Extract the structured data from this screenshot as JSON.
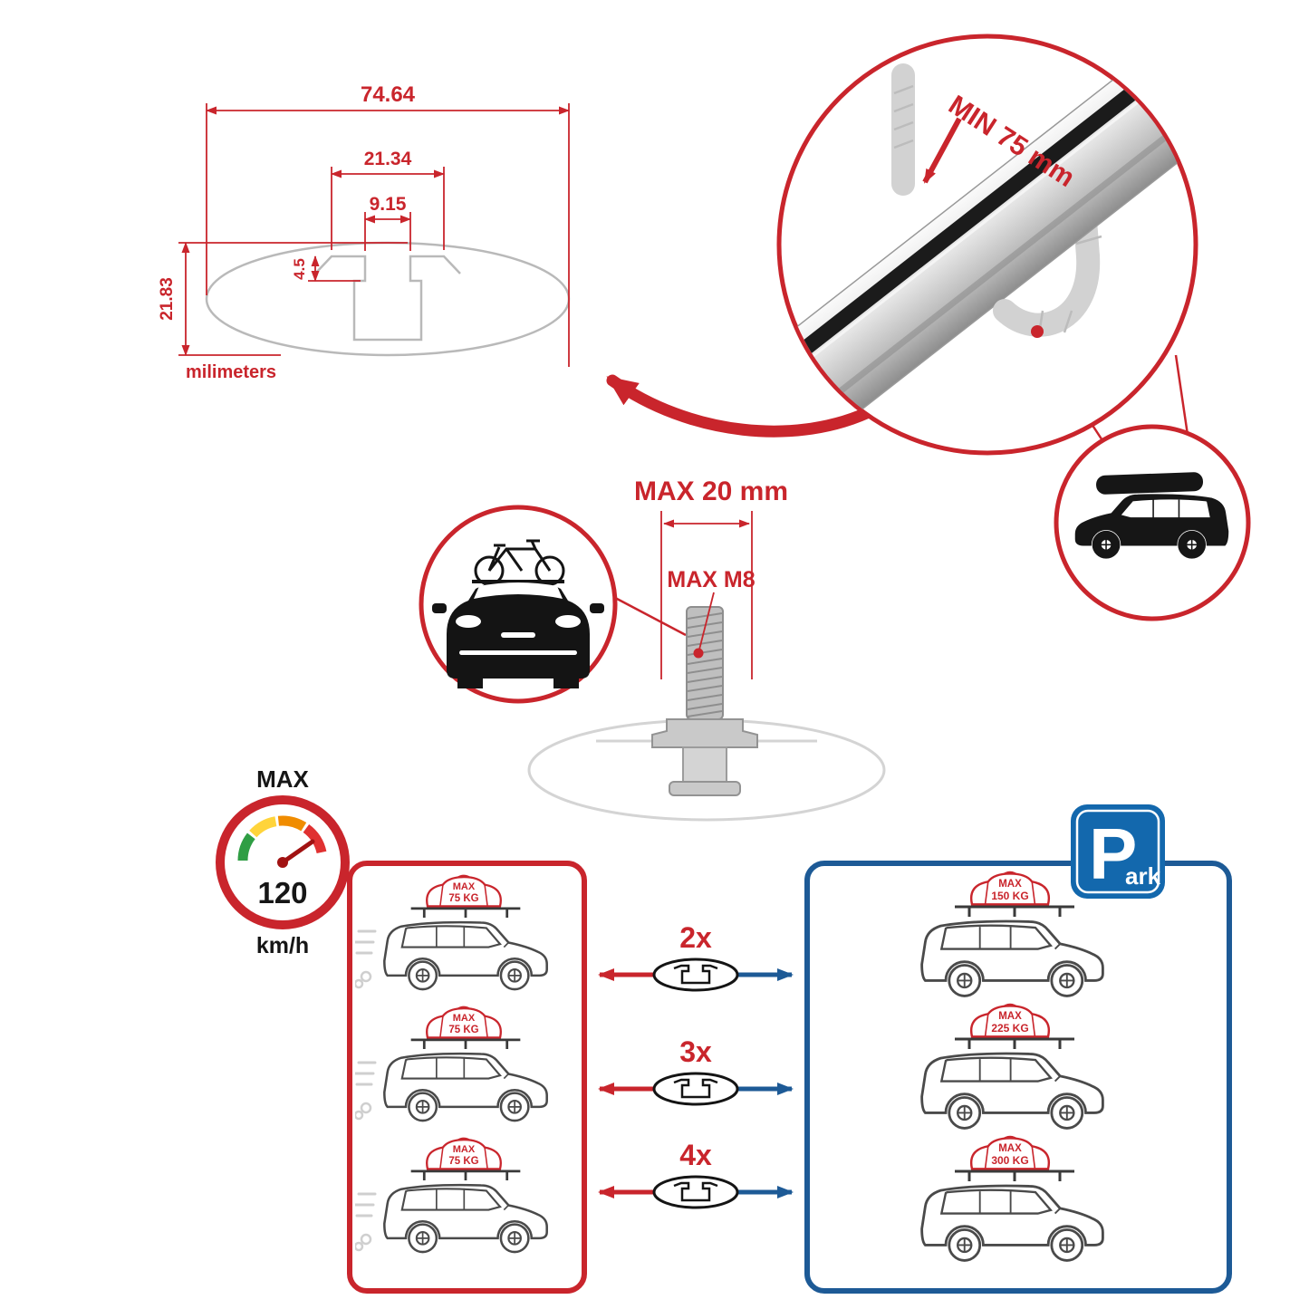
{
  "cross_section": {
    "total_width": "74.64",
    "channel_width": "21.34",
    "slot_width": "9.15",
    "lip_depth": "4.5",
    "total_height": "21.83",
    "units": "milimeters"
  },
  "bar_detail": {
    "min_label": "MIN 75 mm"
  },
  "bolt_detail": {
    "width_label": "MAX 20 mm",
    "thread_label": "MAX M8"
  },
  "speed": {
    "title": "MAX",
    "value": "120",
    "units": "km/h"
  },
  "load": {
    "left": [
      {
        "label": "MAX",
        "weight": "75 KG"
      },
      {
        "label": "MAX",
        "weight": "75 KG"
      },
      {
        "label": "MAX",
        "weight": "75 KG"
      }
    ],
    "multipliers": [
      "2x",
      "3x",
      "4x"
    ],
    "right": [
      {
        "label": "MAX",
        "weight": "150 KG"
      },
      {
        "label": "MAX",
        "weight": "225 KG"
      },
      {
        "label": "MAX",
        "weight": "300 KG"
      }
    ]
  },
  "park_sign": {
    "letter": "P",
    "suffix": "ark"
  },
  "colors": {
    "red": "#c9252c",
    "blue": "#1d5a96",
    "dark": "#161616",
    "sketch_gray": "#d2d2d2",
    "bar_gray": "#b9b9b9"
  }
}
